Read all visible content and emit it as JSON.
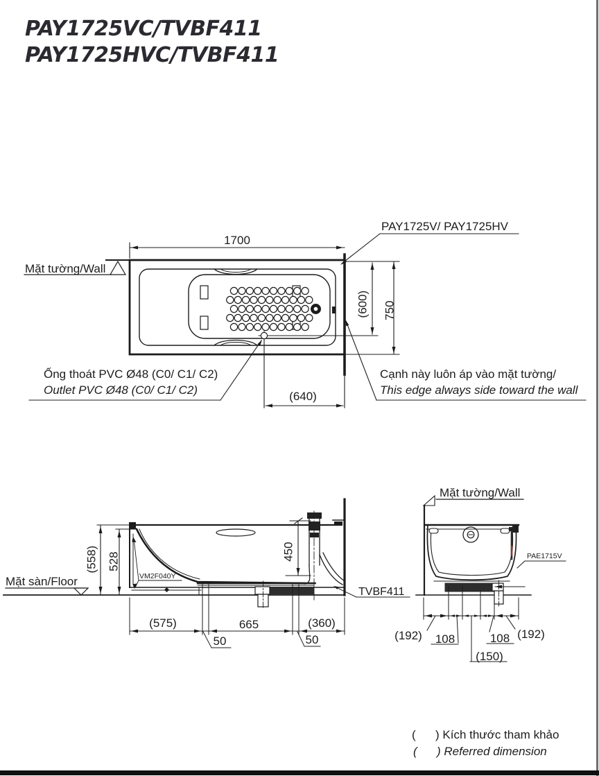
{
  "title": {
    "line1": "PAY1725VC/TVBF411",
    "line2": "PAY1725HVC/TVBF411"
  },
  "top_view": {
    "wall_label": "Mặt tường/Wall",
    "product_label": "PAY1725V/ PAY1725HV",
    "outlet_label_vi": "Ống thoát PVC Ø48 (C0/ C1/ C2)",
    "outlet_label_en": "Outlet PVC Ø48 (C0/ C1/ C2)",
    "wall_edge_note_vi": "Cạnh này luôn áp vào mặt tường/",
    "wall_edge_note_en": "This edge always side toward the wall",
    "dims": {
      "length": "1700",
      "width": "750",
      "width_ref": "(600)",
      "outlet_offset": "(640)"
    }
  },
  "side_view": {
    "floor_label": "Mặt sàn/Floor",
    "part_leg": "VM2F040Y",
    "part_drain": "TVBF411",
    "dims": {
      "height_ref": "(558)",
      "height": "528",
      "depth": "450",
      "seg_a": "(575)",
      "seg_b": "50",
      "seg_c": "665",
      "seg_d": "50",
      "seg_e": "(360)"
    }
  },
  "front_view": {
    "wall_label": "Mặt tường/Wall",
    "part_apron": "PAE1715V",
    "dims": {
      "seg_a": "(192)",
      "seg_b": "108",
      "seg_c": "(150)",
      "seg_d": "108",
      "seg_e": "(192)"
    }
  },
  "legend": {
    "line1_vi": "(      ) Kích thước tham khảo",
    "line2_en": "(      ) Referred dimension"
  }
}
